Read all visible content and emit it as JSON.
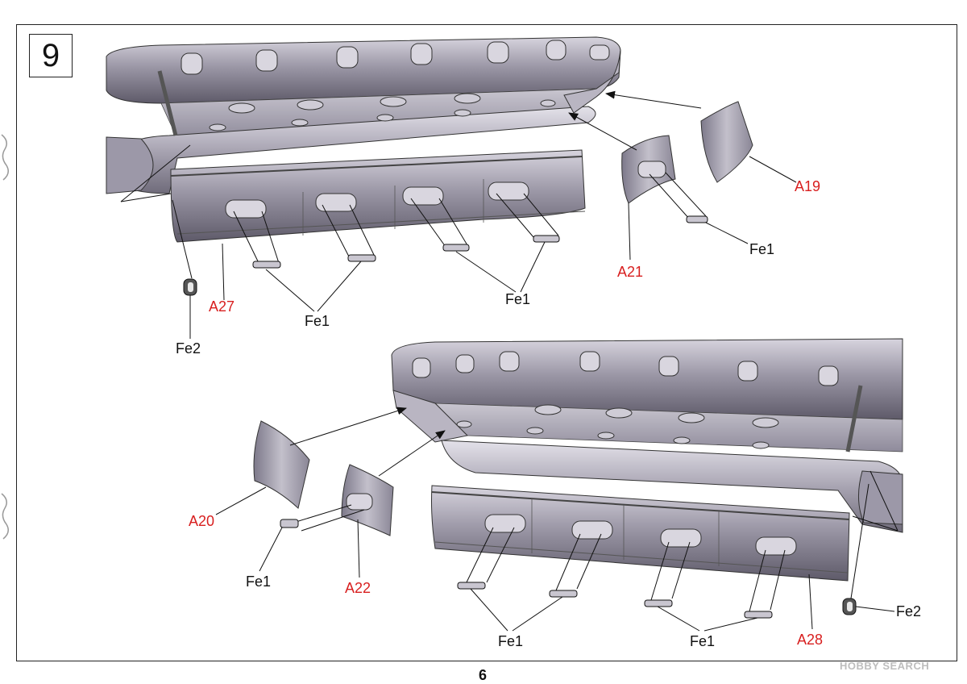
{
  "step": {
    "number": "9"
  },
  "labels": {
    "a19": "A19",
    "a21": "A21",
    "a27": "A27",
    "fe1_top_right": "Fe1",
    "fe1_top_mid": "Fe1",
    "fe1_top_left": "Fe1",
    "fe2_top": "Fe2",
    "a20": "A20",
    "a22": "A22",
    "fe1_bot_left": "Fe1",
    "fe1_bot_mid": "Fe1",
    "fe1_bot_right": "Fe1",
    "a28": "A28",
    "fe2_bot": "Fe2"
  },
  "colors": {
    "part_label": "#d81f1f",
    "callout_label": "#111111",
    "hull": "#8e8a98"
  },
  "page": {
    "number": "6"
  },
  "watermark": {
    "text": "HOBBY SEARCH"
  }
}
